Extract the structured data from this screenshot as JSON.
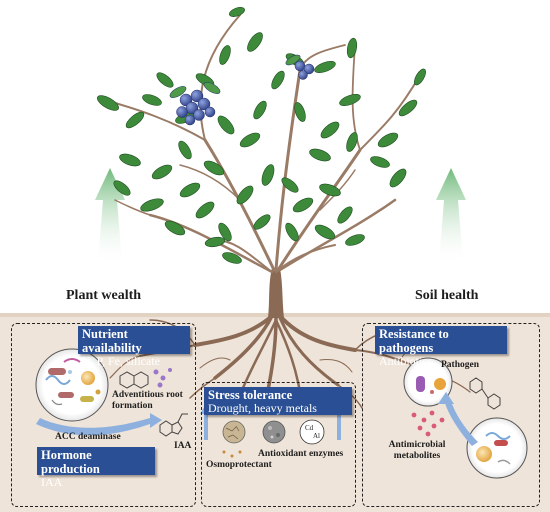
{
  "labels": {
    "plant_wealth": "Plant wealth",
    "soil_health": "Soil health"
  },
  "panels": {
    "left": {
      "nutrient_title": "Nutrient availability",
      "nutrient_sub": "N, P, Fe, silicate",
      "root_formation": "Adventitious root formation",
      "acc": "ACC deaminase",
      "iaa_label": "IAA",
      "hormone_title": "Hormone production",
      "hormone_sub": "IAA"
    },
    "middle": {
      "stress_title": "Stress tolerance",
      "stress_sub": "Drought, heavy metals",
      "cd": "Cd",
      "al": "Al",
      "antioxidant": "Antioxidant enzymes",
      "osmoprotectant": "Osmoprotectant"
    },
    "right": {
      "resistance_title": "Resistance to pathogens",
      "resistance_sub": "Antibiotics",
      "pathogen": "Pathogen",
      "antimicrobial": "Antimicrobial metabolites"
    }
  },
  "colors": {
    "banner": "#2a4f94",
    "soil": "#eee3d8",
    "leaf": "#3d8a3a",
    "berry": "#3b4f9e",
    "stem": "#8a6a55",
    "arrow_green": "#7cbf86"
  }
}
